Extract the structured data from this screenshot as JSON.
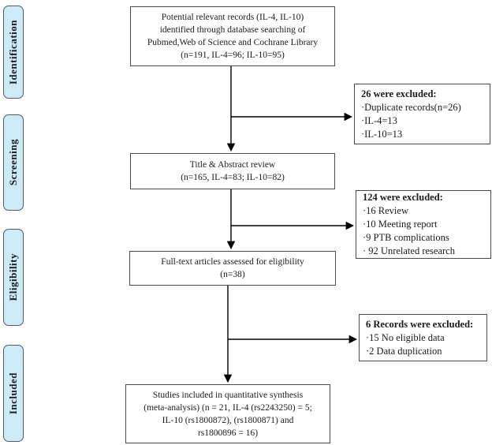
{
  "stages": [
    {
      "label": "Identification"
    },
    {
      "label": "Screening"
    },
    {
      "label": "Eligibility"
    },
    {
      "label": "Included"
    }
  ],
  "flow_boxes": [
    {
      "name": "identification-records",
      "lines": [
        "Potential relevant records (IL-4, IL-10)",
        "identified through database searching of",
        "Pubmed,Web of Science and Cochrane Library",
        "(n=191, IL-4=96; IL-10=95)"
      ]
    },
    {
      "name": "title-abstract-review",
      "lines": [
        "Title & Abstract review",
        "(n=165, IL-4=83; IL-10=82)"
      ]
    },
    {
      "name": "full-text-assessed",
      "lines": [
        "Full-text articles assessed for eligibility",
        "(n=38)"
      ]
    },
    {
      "name": "included-studies",
      "lines": [
        "Studies included in quantitative synthesis",
        "(meta-analysis) (n = 21, IL-4 (rs2243250) = 5;",
        "IL-10 (rs1800872), (rs1800871) and",
        "rs1800896 = 16)"
      ]
    }
  ],
  "exclusion_boxes": [
    {
      "title": "26 were excluded:",
      "items": [
        "·Duplicate records(n=26)",
        "·IL-4=13",
        "·IL-10=13"
      ]
    },
    {
      "title": "124 were excluded:",
      "items": [
        "·16 Review",
        "·10 Meeting report",
        "·9 PTB complications",
        "· 92 Unrelated research"
      ]
    },
    {
      "title": "6 Records were excluded:",
      "items": [
        "·15 No eligible data",
        "·2 Data duplication"
      ]
    }
  ],
  "colors": {
    "stage_fill": "#cdeaf8",
    "stage_border": "#4f5b66",
    "box_border": "#4a4a4a",
    "arrow": "#000000",
    "background": "#ffffff",
    "text": "#1a1a1a"
  }
}
